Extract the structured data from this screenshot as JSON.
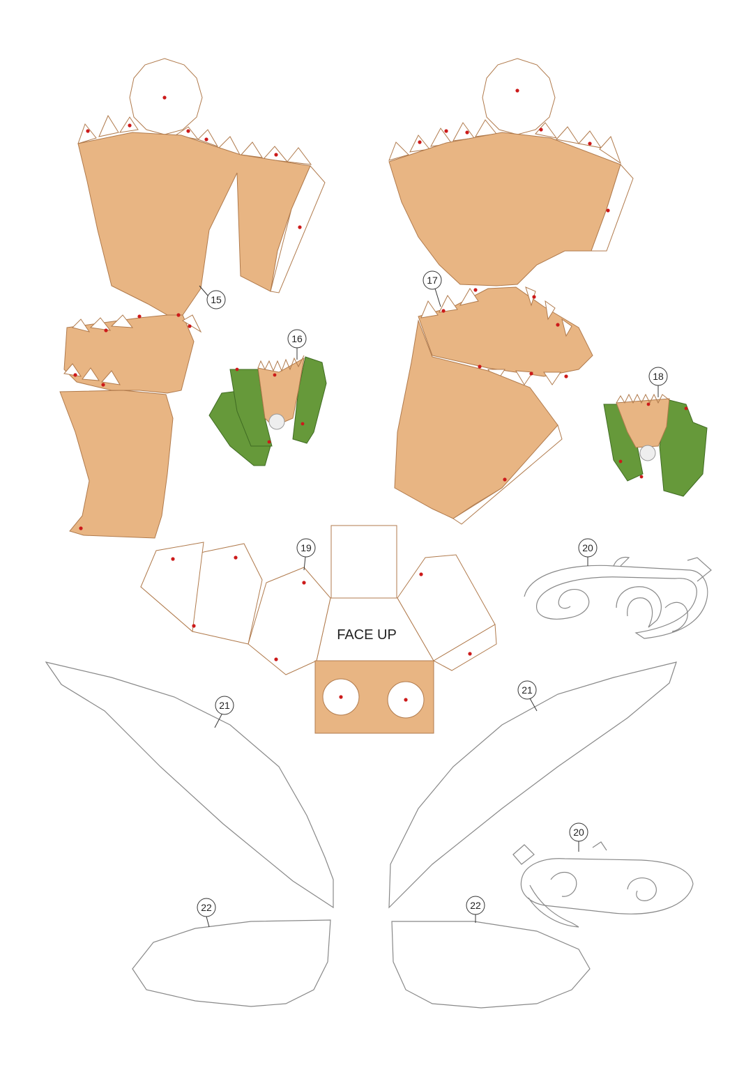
{
  "sheet": {
    "face_up_text": "FACE UP",
    "part_labels": {
      "p15": "15",
      "p16": "16",
      "p17": "17",
      "p18": "18",
      "p19": "19",
      "p20a": "20",
      "p20b": "20",
      "p21a": "21",
      "p21b": "21",
      "p22a": "22",
      "p22b": "22"
    }
  },
  "colors": {
    "skin": "#e8b583",
    "skin_outline": "#b07a4c",
    "green": "#66993a",
    "glue_dot": "#cc1a1a",
    "wing_outline": "#888888",
    "label_ring": "#333333"
  }
}
